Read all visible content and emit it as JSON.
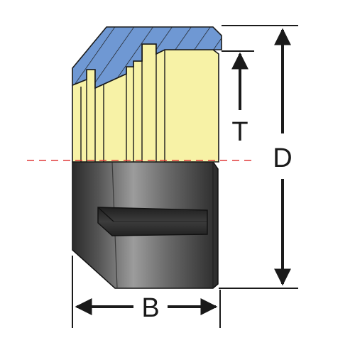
{
  "diagram": {
    "labels": {
      "thickness": "T",
      "diameter": "D",
      "width": "B"
    },
    "colors": {
      "seal_cap": "#6f98d3",
      "packing": "#f7f2a6",
      "metal_body_dark": "#2b2b2b",
      "metal_body_light": "#9a9a9a",
      "centerline": "#e03a3a",
      "outline": "#1a1a1a"
    }
  }
}
